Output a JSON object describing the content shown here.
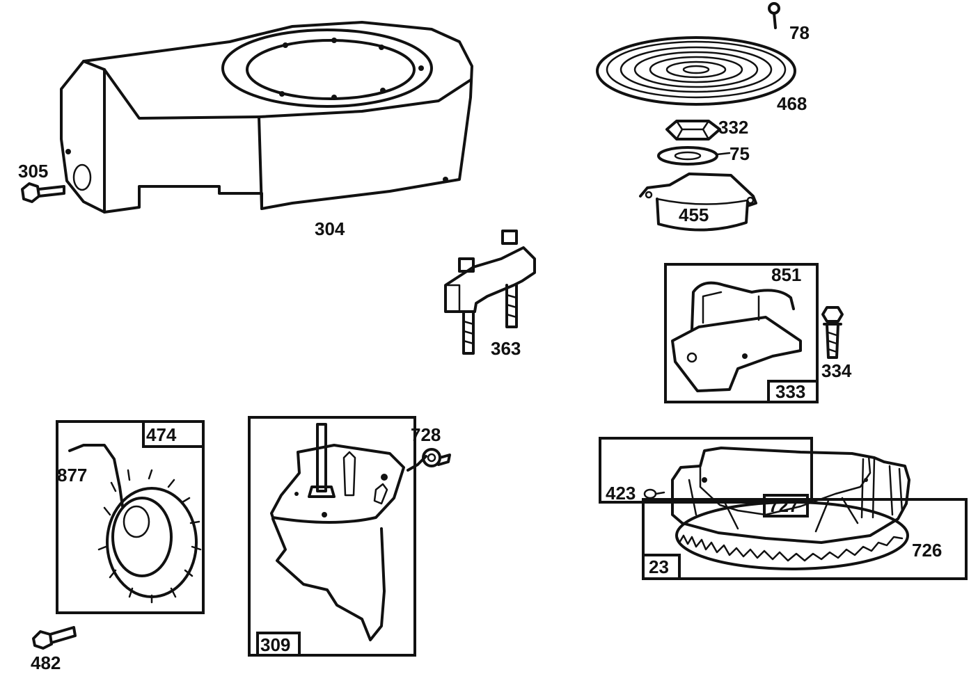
{
  "parts": {
    "p304": "304",
    "p305": "305",
    "p78": "78",
    "p468": "468",
    "p332": "332",
    "p75": "75",
    "p455": "455",
    "p363": "363",
    "p851": "851",
    "p334": "334",
    "p333": "333",
    "p474": "474",
    "p877": "877",
    "p482": "482",
    "p309": "309",
    "p728": "728",
    "p423": "423",
    "p727": "727",
    "p726": "726",
    "p23": "23"
  }
}
